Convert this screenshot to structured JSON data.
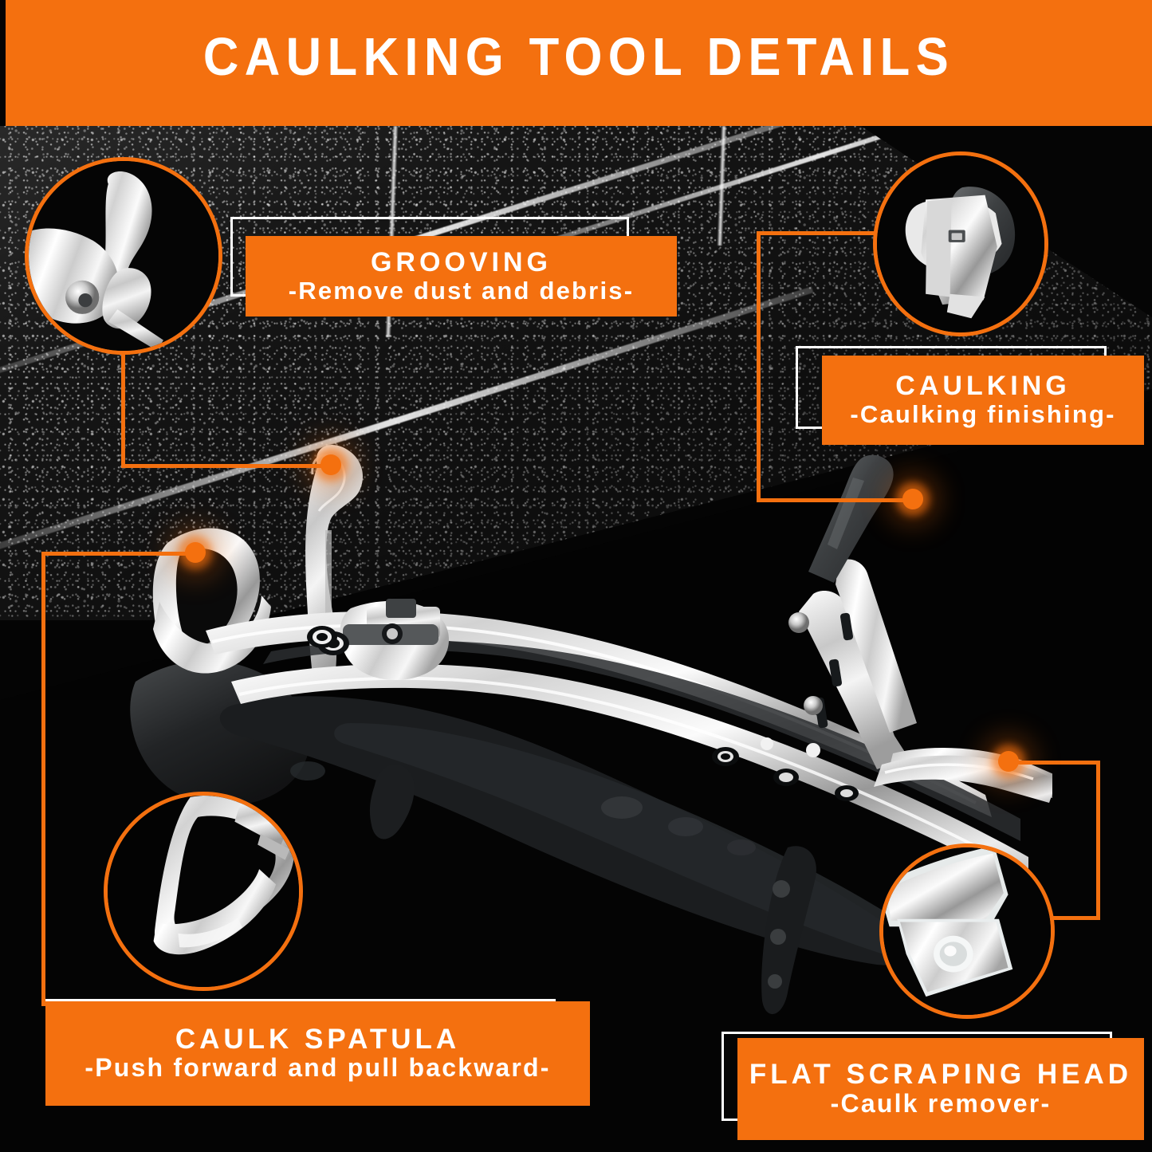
{
  "colors": {
    "orange": "#F4700F",
    "white": "#FFFFFF",
    "black": "#000000",
    "metal": "#D8D8D8",
    "rubber": "#3A3D3F"
  },
  "header": {
    "title": "CAULKING TOOL DETAILS"
  },
  "callouts": [
    {
      "id": "grooving",
      "title": "GROOVING",
      "subtitle": "-Remove dust and debris-",
      "inset_name": "grooving-blade-closeup",
      "position": "top-left"
    },
    {
      "id": "caulking",
      "title": "CAULKING",
      "subtitle": "-Caulking finishing-",
      "inset_name": "caulking-finishing-head-closeup",
      "position": "top-right"
    },
    {
      "id": "caulk-spatula",
      "title": "CAULK SPATULA",
      "subtitle": "-Push forward and pull backward-",
      "inset_name": "caulk-spatula-closeup",
      "position": "bottom-left"
    },
    {
      "id": "flat-scraping-head",
      "title": "FLAT SCRAPING HEAD",
      "subtitle": "-Caulk remover-",
      "inset_name": "flat-scraping-head-closeup",
      "position": "bottom-right"
    }
  ],
  "product": {
    "name": "stainless-steel-caulking-tool",
    "background": "black-speckled-granite-tile-with-white-grout"
  }
}
